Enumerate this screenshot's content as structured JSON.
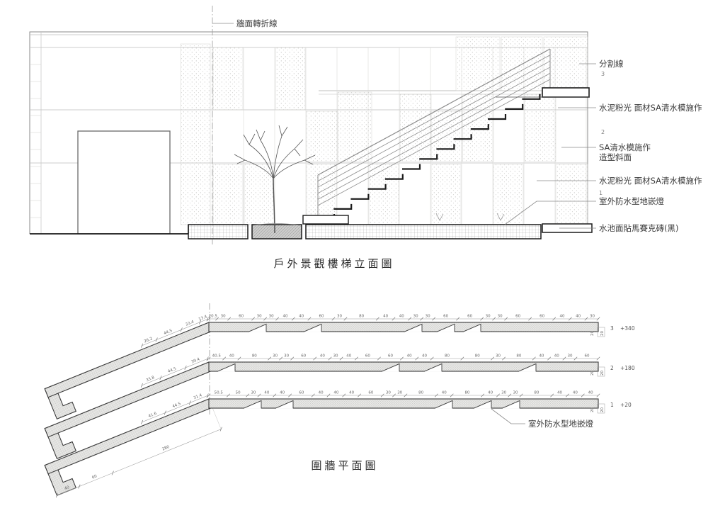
{
  "elevation": {
    "title": "戶外景觀樓梯立面圖",
    "turn_line_label": "牆面轉折線",
    "callouts": {
      "divider": "分割線",
      "num3": "3",
      "cement1": "水泥粉光 面材SA清水模施作",
      "num2": "2",
      "sa_line1": "SA清水模施作",
      "sa_line2": "造型斜面",
      "cement2": "水泥粉光 面材SA清水模施作",
      "num1": "1",
      "light": "室外防水型地嵌燈",
      "pool": "水池面貼馬賽克磚(黑)"
    }
  },
  "plan": {
    "title": "圍牆平面圖",
    "light_label": "室外防水型地嵌燈",
    "rows": [
      {
        "num": "3",
        "level": "+340",
        "end_dim_a": "20",
        "end_dim_b": "20",
        "diag_dims": [
          26.2,
          44.5,
          33.4,
          13.4
        ],
        "dims": [
          20.5,
          30,
          60,
          30,
          30,
          40,
          40,
          60,
          30,
          80,
          40,
          40,
          30,
          30,
          60,
          60,
          30,
          30,
          60,
          60,
          40,
          40,
          30
        ],
        "lights": [
          352,
          430,
          572,
          618,
          655
        ]
      },
      {
        "num": "2",
        "level": "+180",
        "end_dim_a": "20",
        "end_dim_b": "20",
        "diag_dims": [
          33.8,
          44.5,
          39.4
        ],
        "dims": [
          40.5,
          40,
          80,
          30,
          30,
          60,
          40,
          30,
          40,
          60,
          60,
          40,
          40,
          80,
          80,
          30,
          80,
          40,
          40,
          30,
          60
        ],
        "lights": [
          308,
          540,
          600,
          733
        ]
      },
      {
        "num": "1",
        "level": "+20",
        "end_dim_a": "20",
        "end_dim_b": "20",
        "diag_dims": [
          41.6,
          44.5,
          31.4
        ],
        "dims": [
          50.5,
          50,
          30,
          40,
          40,
          60,
          40,
          40,
          40,
          60,
          30,
          30,
          80,
          40,
          80,
          40,
          30,
          30,
          80,
          40,
          40,
          40
        ],
        "lights": [
          345,
          390,
          615,
          670,
          710
        ]
      }
    ],
    "foot_dims": [
      "280",
      "60",
      "40"
    ]
  }
}
